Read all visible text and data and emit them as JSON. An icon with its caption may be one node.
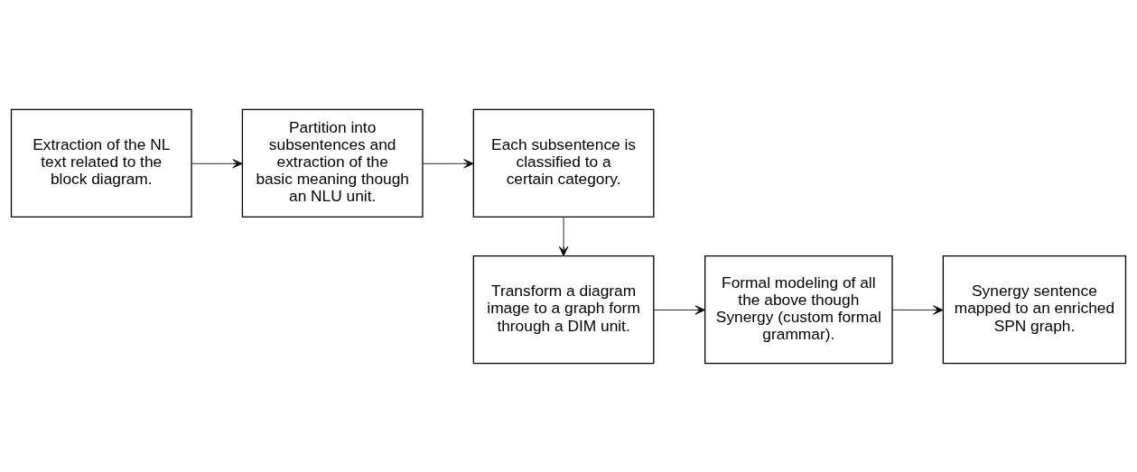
{
  "diagram": {
    "nodes": [
      {
        "text": [
          "Extraction of the NL text related to the block diagram."
        ]
      },
      {
        "text": [
          "Partition into subsentences and extraction of the basic meaning though an NLU unit."
        ]
      },
      {
        "text": [
          "Each subsentence is classified to a certain category."
        ]
      },
      {
        "text": [
          "Transform a diagram image to a graph form through a DIM unit."
        ]
      },
      {
        "text": [
          "Formal modeling of all the above though Synergy (custom formal grammar)."
        ]
      },
      {
        "text": [
          "Synergy sentence mapped to an enriched SPN graph."
        ]
      }
    ],
    "edges": [
      {
        "from": 0,
        "to": 1,
        "arrow": "to"
      },
      {
        "from": 1,
        "to": 2,
        "arrow": "to"
      },
      {
        "from": 2,
        "to": 3,
        "arrow": "to"
      },
      {
        "from": 3,
        "to": 4,
        "arrow": "to"
      },
      {
        "from": 4,
        "to": 5,
        "arrow": "to"
      }
    ]
  }
}
